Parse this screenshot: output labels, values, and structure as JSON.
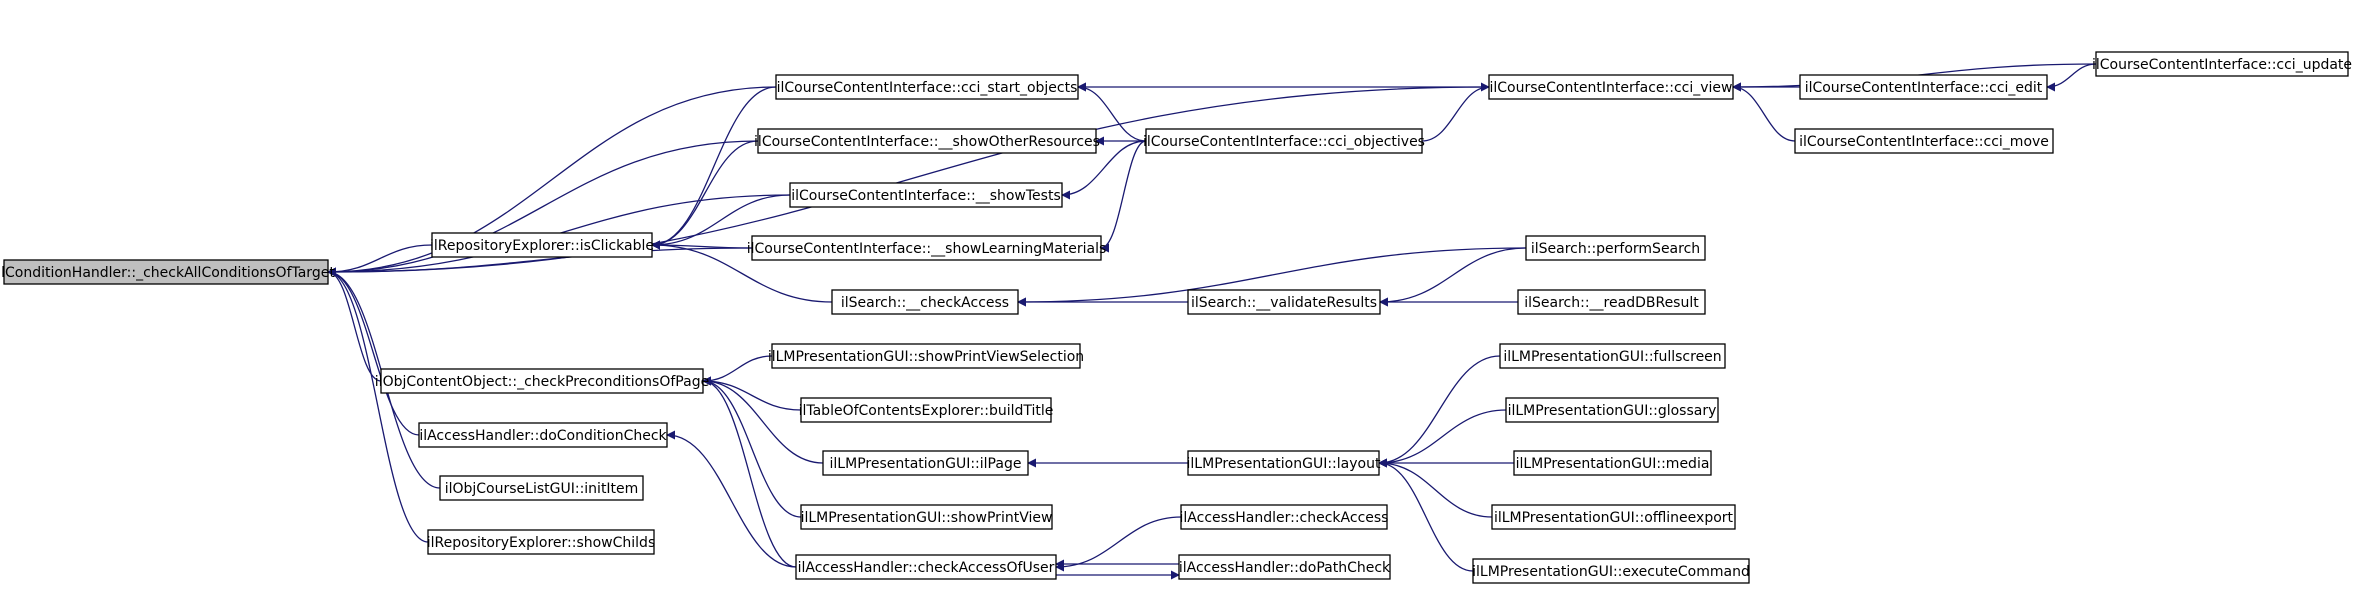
{
  "graph": {
    "title": "",
    "edge_color": "#191970",
    "root_fill": "#bfbfbf",
    "nodes": [
      {
        "id": "root",
        "label": "ilConditionHandler::_checkAllConditionsOfTarget",
        "root": true
      },
      {
        "id": "n_isClickable",
        "label": "ilRepositoryExplorer::isClickable"
      },
      {
        "id": "n_checkPrecond",
        "label": "ilObjContentObject::_checkPreconditionsOfPage"
      },
      {
        "id": "n_doCondCheck",
        "label": "ilAccessHandler::doConditionCheck"
      },
      {
        "id": "n_initItem",
        "label": "ilObjCourseListGUI::initItem"
      },
      {
        "id": "n_showChilds",
        "label": "ilRepositoryExplorer::showChilds"
      },
      {
        "id": "n_startObjects",
        "label": "ilCourseContentInterface::cci_start_objects"
      },
      {
        "id": "n_showOther",
        "label": "ilCourseContentInterface::__showOtherResources"
      },
      {
        "id": "n_showTests",
        "label": "ilCourseContentInterface::__showTests"
      },
      {
        "id": "n_showLM",
        "label": "ilCourseContentInterface::__showLearningMaterials"
      },
      {
        "id": "n_checkAccess",
        "label": "ilSearch::__checkAccess"
      },
      {
        "id": "n_printViewSel",
        "label": "ilLMPresentationGUI::showPrintViewSelection"
      },
      {
        "id": "n_buildTitle",
        "label": "ilTableOfContentsExplorer::buildTitle"
      },
      {
        "id": "n_ilPage",
        "label": "ilLMPresentationGUI::ilPage"
      },
      {
        "id": "n_printView",
        "label": "ilLMPresentationGUI::showPrintView"
      },
      {
        "id": "n_checkAccessOfUser",
        "label": "ilAccessHandler::checkAccessOfUser"
      },
      {
        "id": "n_objectives",
        "label": "ilCourseContentInterface::cci_objectives"
      },
      {
        "id": "n_validate",
        "label": "ilSearch::__validateResults"
      },
      {
        "id": "n_layout",
        "label": "ilLMPresentationGUI::layout"
      },
      {
        "id": "n_ahCheckAccess",
        "label": "ilAccessHandler::checkAccess"
      },
      {
        "id": "n_doPathCheck",
        "label": "ilAccessHandler::doPathCheck"
      },
      {
        "id": "n_cciView",
        "label": "ilCourseContentInterface::cci_view"
      },
      {
        "id": "n_cciEdit",
        "label": "ilCourseContentInterface::cci_edit"
      },
      {
        "id": "n_cciMove",
        "label": "ilCourseContentInterface::cci_move"
      },
      {
        "id": "n_cciUpdate",
        "label": "ilCourseContentInterface::cci_update"
      },
      {
        "id": "n_performSearch",
        "label": "ilSearch::performSearch"
      },
      {
        "id": "n_readDB",
        "label": "ilSearch::__readDBResult"
      },
      {
        "id": "n_fullscreen",
        "label": "ilLMPresentationGUI::fullscreen"
      },
      {
        "id": "n_glossary",
        "label": "ilLMPresentationGUI::glossary"
      },
      {
        "id": "n_media",
        "label": "ilLMPresentationGUI::media"
      },
      {
        "id": "n_offline",
        "label": "ilLMPresentationGUI::offlineexport"
      },
      {
        "id": "n_execCmd",
        "label": "ilLMPresentationGUI::executeCommand"
      }
    ],
    "edges": [
      {
        "from": "n_cciView",
        "to": "root"
      },
      {
        "from": "n_startObjects",
        "to": "root"
      },
      {
        "from": "n_showOther",
        "to": "root"
      },
      {
        "from": "n_showTests",
        "to": "root"
      },
      {
        "from": "n_isClickable",
        "to": "root"
      },
      {
        "from": "n_showLM",
        "to": "root"
      },
      {
        "from": "n_checkPrecond",
        "to": "root"
      },
      {
        "from": "n_doCondCheck",
        "to": "root"
      },
      {
        "from": "n_initItem",
        "to": "root"
      },
      {
        "from": "n_showChilds",
        "to": "root"
      },
      {
        "from": "n_startObjects",
        "to": "n_isClickable"
      },
      {
        "from": "n_showOther",
        "to": "n_isClickable"
      },
      {
        "from": "n_showTests",
        "to": "n_isClickable"
      },
      {
        "from": "n_showLM",
        "to": "n_isClickable"
      },
      {
        "from": "n_checkAccess",
        "to": "n_isClickable"
      },
      {
        "from": "n_cciView",
        "to": "n_startObjects"
      },
      {
        "from": "n_objectives",
        "to": "n_startObjects"
      },
      {
        "from": "n_objectives",
        "to": "n_showOther"
      },
      {
        "from": "n_objectives",
        "to": "n_showTests"
      },
      {
        "from": "n_objectives",
        "to": "n_showLM"
      },
      {
        "from": "n_objectives",
        "to": "n_cciView"
      },
      {
        "from": "n_cciEdit",
        "to": "n_cciView"
      },
      {
        "from": "n_cciMove",
        "to": "n_cciView"
      },
      {
        "from": "n_cciUpdate",
        "to": "n_cciView"
      },
      {
        "from": "n_cciUpdate",
        "to": "n_cciEdit"
      },
      {
        "from": "n_performSearch",
        "to": "n_checkAccess"
      },
      {
        "from": "n_validate",
        "to": "n_checkAccess"
      },
      {
        "from": "n_performSearch",
        "to": "n_validate"
      },
      {
        "from": "n_readDB",
        "to": "n_validate"
      },
      {
        "from": "n_printViewSel",
        "to": "n_checkPrecond"
      },
      {
        "from": "n_buildTitle",
        "to": "n_checkPrecond"
      },
      {
        "from": "n_ilPage",
        "to": "n_checkPrecond"
      },
      {
        "from": "n_printView",
        "to": "n_checkPrecond"
      },
      {
        "from": "n_checkAccessOfUser",
        "to": "n_checkPrecond"
      },
      {
        "from": "n_checkAccessOfUser",
        "to": "n_doCondCheck"
      },
      {
        "from": "n_layout",
        "to": "n_ilPage"
      },
      {
        "from": "n_fullscreen",
        "to": "n_layout"
      },
      {
        "from": "n_glossary",
        "to": "n_layout"
      },
      {
        "from": "n_media",
        "to": "n_layout"
      },
      {
        "from": "n_offline",
        "to": "n_layout"
      },
      {
        "from": "n_execCmd",
        "to": "n_layout"
      },
      {
        "from": "n_ahCheckAccess",
        "to": "n_checkAccessOfUser"
      },
      {
        "from": "n_doPathCheck",
        "to": "n_checkAccessOfUser"
      },
      {
        "from": "n_checkAccessOfUser",
        "to": "n_doPathCheck"
      }
    ]
  }
}
